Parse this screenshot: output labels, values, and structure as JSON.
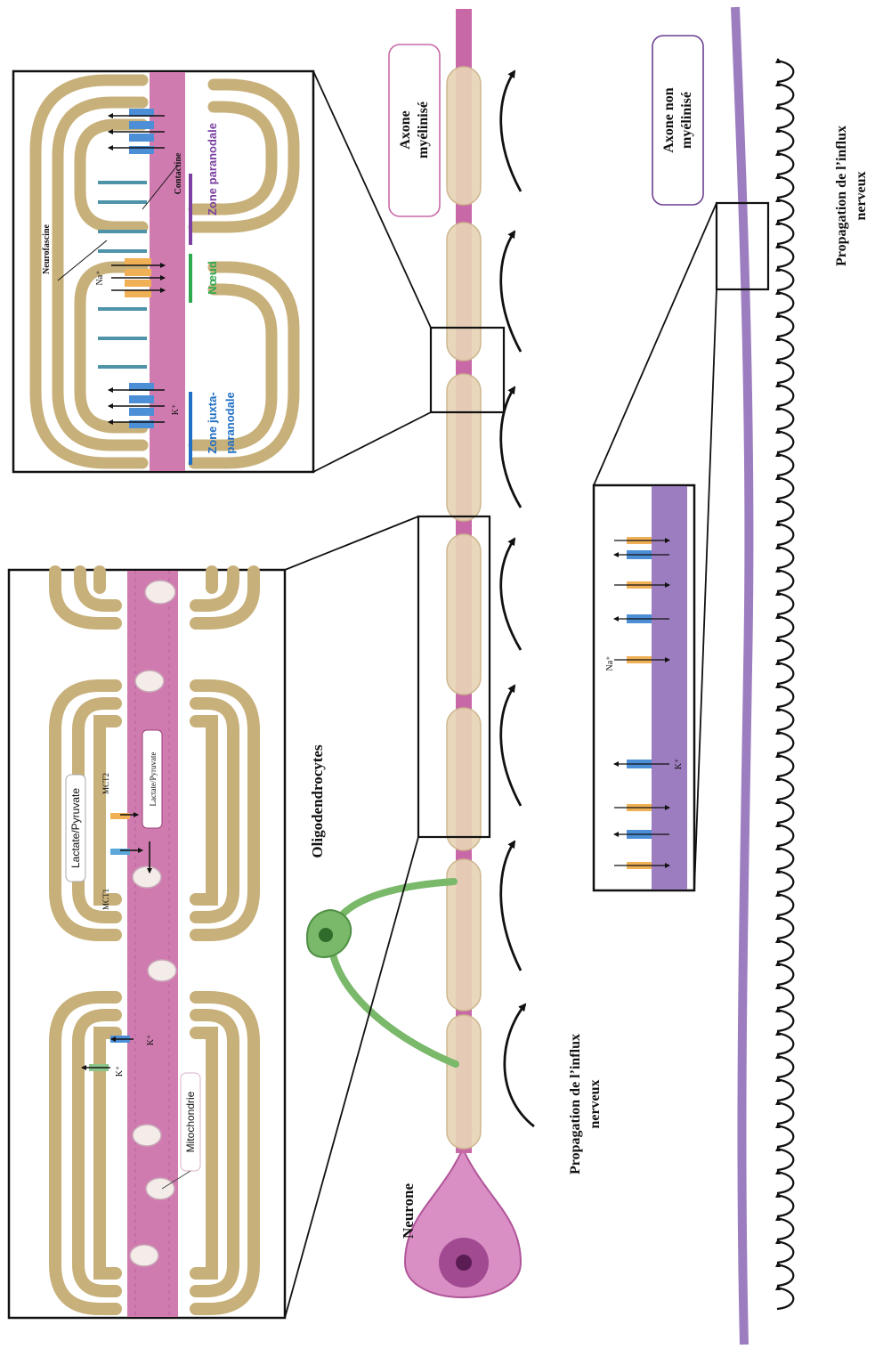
{
  "labels": {
    "neurone": "Neurone",
    "oligodendrocytes": "Oligodendrocytes",
    "propagation_1": "Propagation de l’influx",
    "propagation_2": "nerveux",
    "axone_myelinise_1": "Axone",
    "axone_myelinise_2": "myélinisé",
    "axone_non_myelinise_1": "Axone non",
    "axone_non_myelinise_2": "myélinisé",
    "mitochondrie": "Mitochondrie",
    "lactate_pyruvate": "Lactate/Pyruvate",
    "mct1": "MCT1",
    "mct2": "MCT2",
    "k": "K⁺",
    "na": "Na⁺",
    "neurofascine": "Neurofascine",
    "contactine": "Contactine",
    "noeud": "Nœud",
    "zone_paranodale": "Zone paranodale",
    "zone_juxta_1": "Zone juxta-",
    "zone_juxta_2": "paranodale"
  },
  "colors": {
    "axon_pink": "#c868a6",
    "myelin_tan": "#e7d4b6",
    "oligo_green": "#7ab86a",
    "unmyelinated_purple": "#9c7dbf",
    "k_channel": "#4d8fd6",
    "na_channel": "#f0b056",
    "noeud_green": "#2fa84f",
    "zone_paranodale_purple": "#7a3fa0",
    "zone_juxta_blue": "#1f6fc6"
  }
}
